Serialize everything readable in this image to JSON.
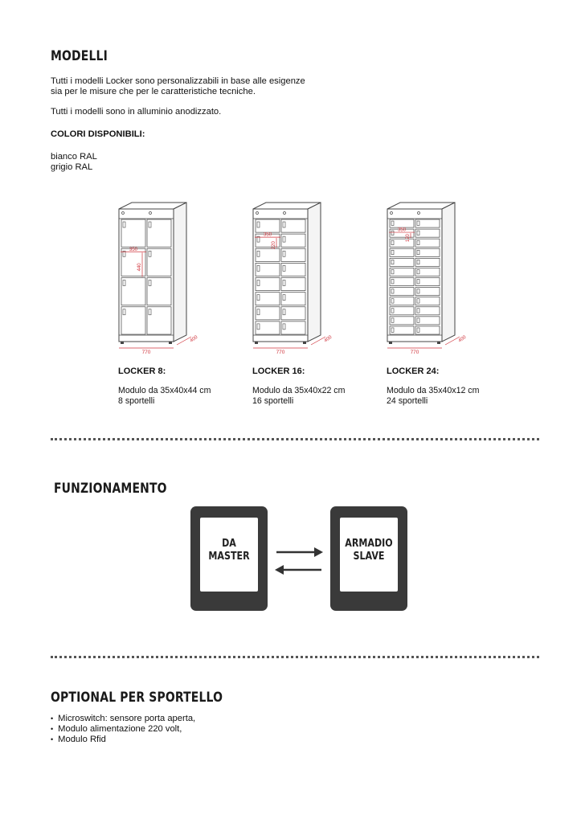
{
  "modelli": {
    "title": "MODELLI",
    "line1": "Tutti i modelli Locker sono personalizzabili in base alle esigenze",
    "line2": "sia per le misure che per le caratteristiche tecniche.",
    "line3": "Tutti i modelli sono in alluminio anodizzato.",
    "colors_title": "COLORI DISPONIBILI:",
    "colors": [
      "bianco RAL",
      "grigio RAL"
    ]
  },
  "lockers": [
    {
      "label": "LOCKER 8:",
      "desc1": "Modulo da 35x40x44 cm",
      "desc2": "8 sportelli",
      "rows": 4,
      "dim_width": "350",
      "dim_height": "440",
      "dim_total": "770",
      "dim_depth": "400"
    },
    {
      "label": "LOCKER 16:",
      "desc1": "Modulo da 35x40x22 cm",
      "desc2": "16 sportelli",
      "rows": 8,
      "dim_width": "350",
      "dim_height": "220",
      "dim_total": "770",
      "dim_depth": "400"
    },
    {
      "label": "LOCKER 24:",
      "desc1": "Modulo da 35x40x12 cm",
      "desc2": "24 sportelli",
      "rows": 12,
      "dim_width": "350",
      "dim_height": "120",
      "dim_total": "770",
      "dim_depth": "400"
    }
  ],
  "funzionamento": {
    "title": "FUNZIONAMENTO",
    "left_device": {
      "line1": "DA",
      "line2": "MASTER"
    },
    "right_device": {
      "line1": "ARMADIO",
      "line2": "SLAVE"
    }
  },
  "optional": {
    "title": "OPTIONAL PER SPORTELLO",
    "items": [
      "Microswitch: sensore porta aperta,",
      "Modulo alimentazione 220 volt,",
      "Modulo Rfid"
    ]
  },
  "colors": {
    "text": "#111111",
    "dimension_red": "#d0343c",
    "tablet": "#3a3a3a",
    "arrow": "#333333"
  }
}
